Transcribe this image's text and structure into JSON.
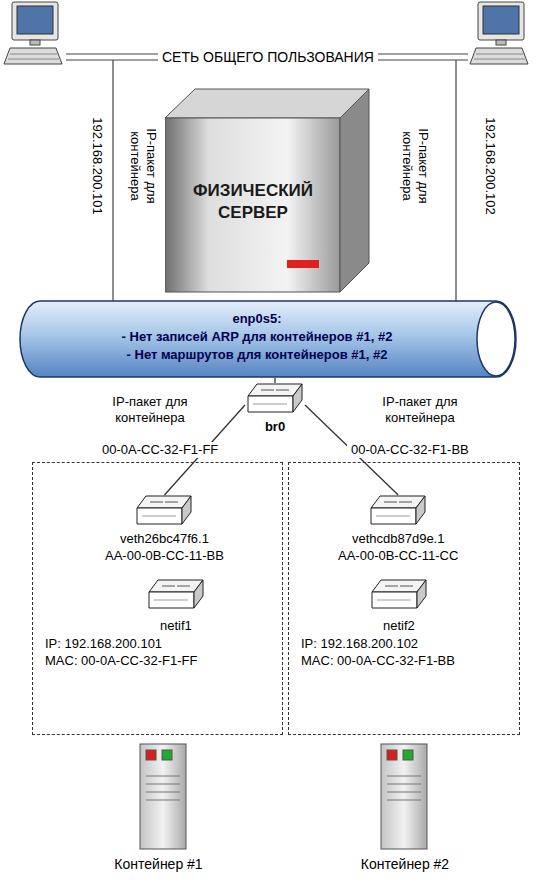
{
  "diagram": {
    "nodes": [
      {
        "text": [
          "ФИЗИЧЕСКИЙ СЕРВЕР"
        ]
      },
      {
        "text": [
          "enp0s5:",
          "- Нет записей ARP для контейнеров #1, #2",
          "- Нет маршрутов для контейнеров #1, #2"
        ]
      },
      {
        "text": [
          "br0"
        ]
      },
      {
        "text": [
          "Контейнер #1"
        ]
      },
      {
        "text": [
          "veth26bc47f6.1",
          "AA-00-0B-CC-11-BB"
        ],
        "in": 3
      },
      {
        "text": [
          "netif1",
          "IP: 192.168.200.101",
          "MAC: 00-0A-CC-32-F1-FF"
        ],
        "in": 3
      },
      {
        "text": [
          "Контейнер #2"
        ]
      },
      {
        "text": [
          "vethcdb87d9e.1",
          "AA-00-0B-CC-11-CC"
        ],
        "in": 6
      },
      {
        "text": [
          "netif2",
          "IP: 192.168.200.102",
          "MAC: 00-0A-CC-32-F1-BB"
        ],
        "in": 6
      }
    ],
    "edges": [
      {
        "from": 1,
        "to": 2,
        "arrow": "none"
      },
      {
        "from": 2,
        "to": 4,
        "arrow": "none"
      },
      {
        "from": 2,
        "to": 7,
        "arrow": "none"
      }
    ],
    "labels": [
      "СЕТЬ ОБЩЕГО ПОЛЬЗОВАНИЯ",
      "IP-пакет для контейнера",
      "192.168.200.101",
      "IP-пакет для контейнера",
      "192.168.200.102",
      "IP-пакет для контейнера",
      "00-0A-CC-32-F1-FF",
      "IP-пакет для контейнера",
      "00-0A-CC-32-F1-BB"
    ]
  }
}
